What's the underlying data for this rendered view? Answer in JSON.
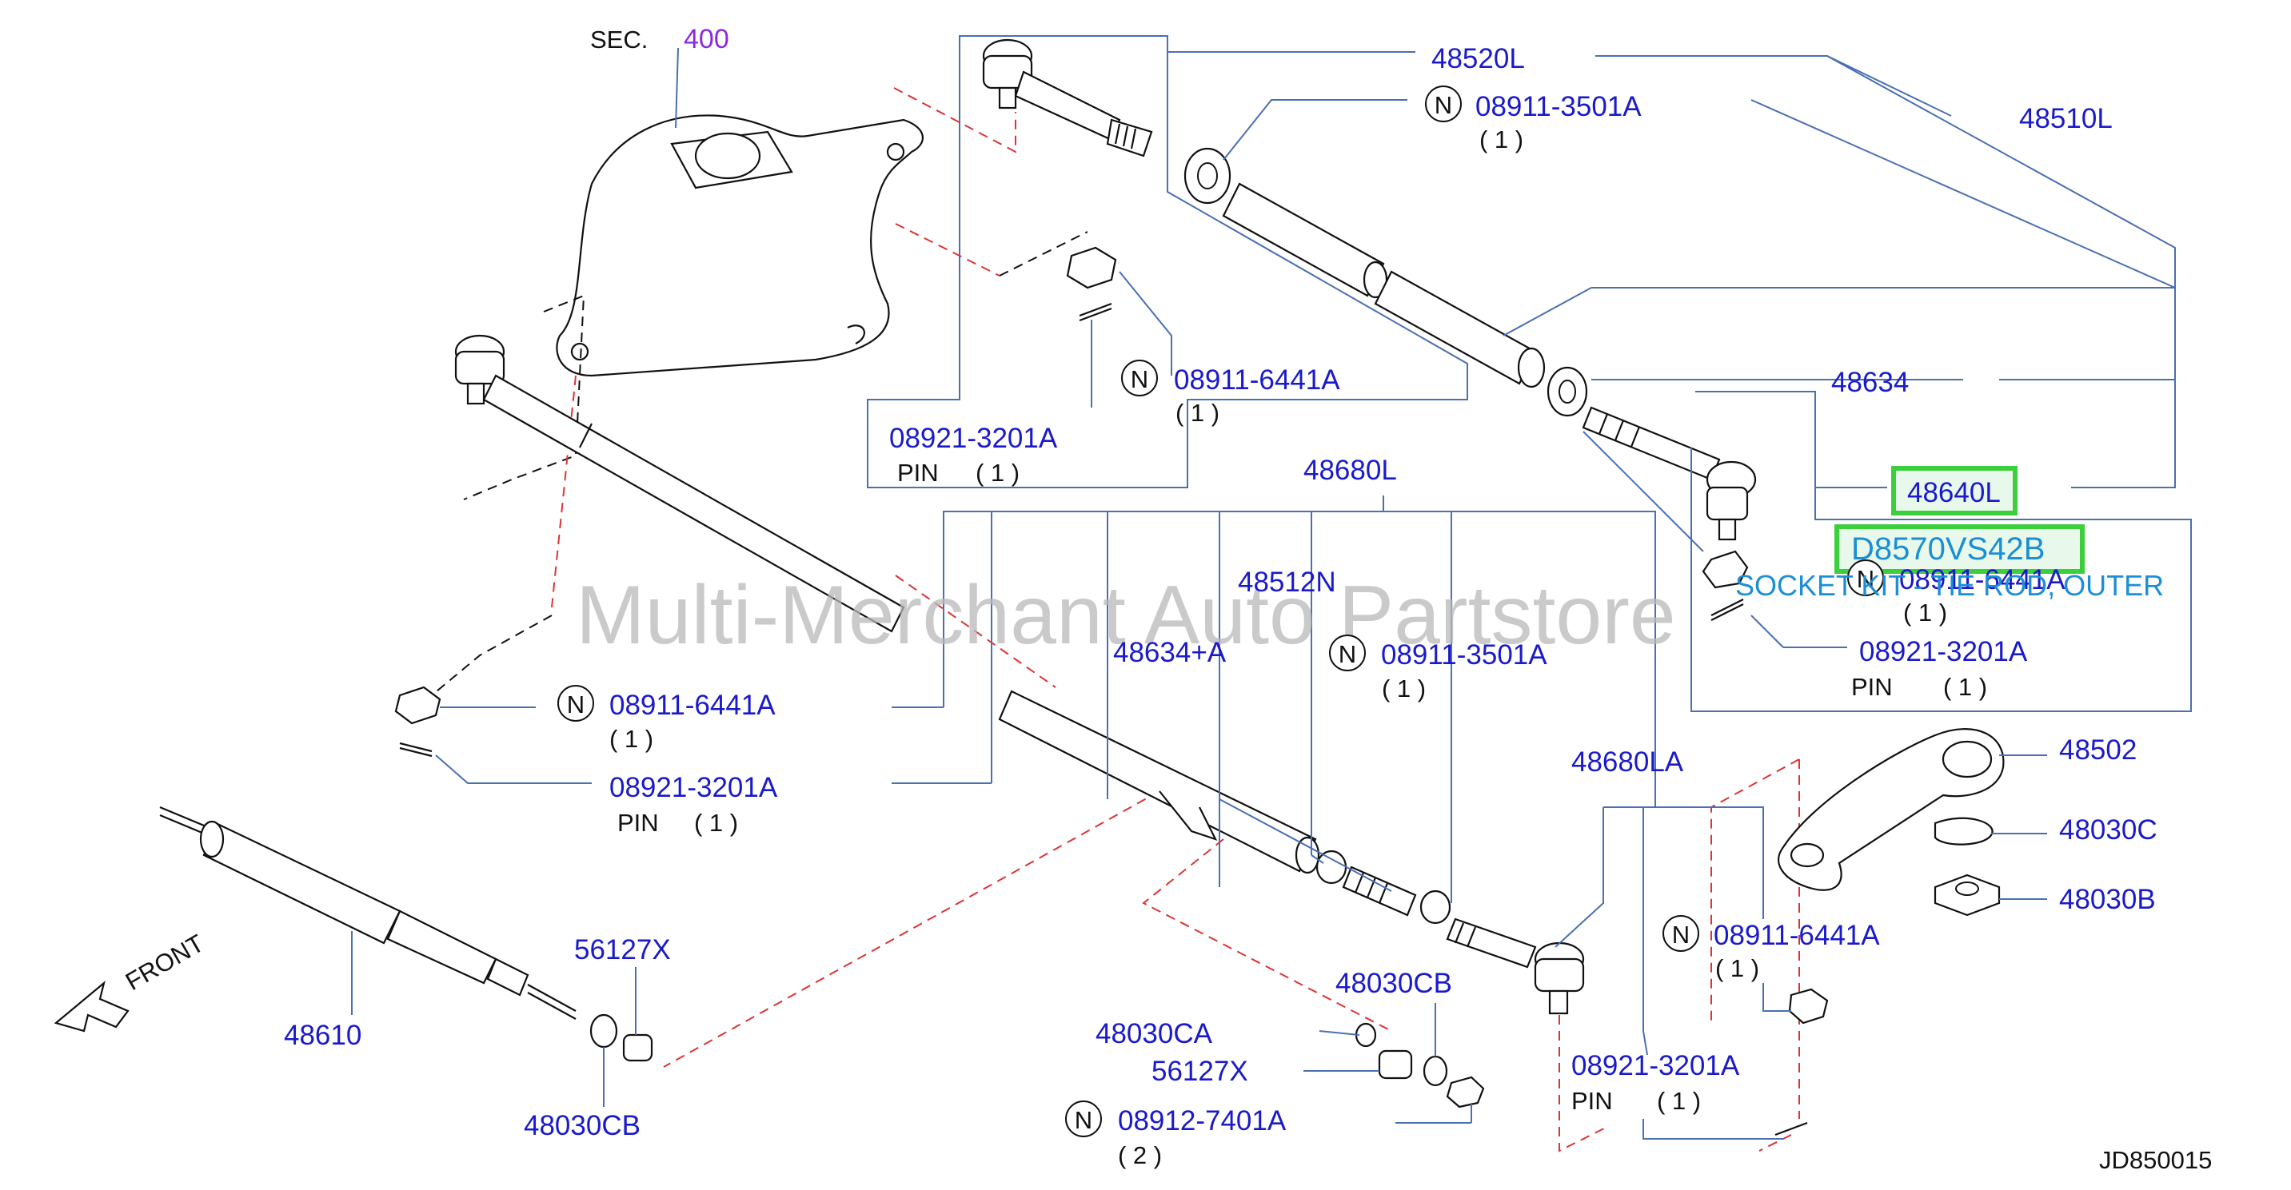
{
  "diagram": {
    "sec_label": "SEC.",
    "sec_number": "400",
    "watermark": "Multi-Merchant Auto Partstore",
    "front_label": "FRONT",
    "ref_code": "JD850015",
    "highlight_part": "48640L",
    "highlight_code": "D8570VS42B",
    "highlight_desc": "SOCKET KIT - TIE ROD, OUTER",
    "n_symbol": "N",
    "pin_word": "PIN",
    "qty_one": "( 1 )",
    "qty_two": "( 2 )",
    "parts": {
      "p48520L": "48520L",
      "p48510L": "48510L",
      "p08911_3501A": "08911-3501A",
      "p48634": "48634",
      "p08911_6441A": "08911-6441A",
      "p08921_3201A": "08921-3201A",
      "p48680L": "48680L",
      "p48512N": "48512N",
      "p48634A": "48634+A",
      "p48680LA": "48680LA",
      "p48502": "48502",
      "p48030C": "48030C",
      "p48030B": "48030B",
      "p56127X": "56127X",
      "p48610": "48610",
      "p48030CB": "48030CB",
      "p48030CA": "48030CA",
      "p08912_7401A": "08912-7401A"
    },
    "colors": {
      "label_blue": "#1a1acc",
      "leader": "#4a6fb3",
      "dash_red": "#d33333",
      "highlight_green": "#3ccf3c",
      "desc_cyan": "#1b8fd6",
      "sec_purple": "#8a2be2"
    }
  }
}
